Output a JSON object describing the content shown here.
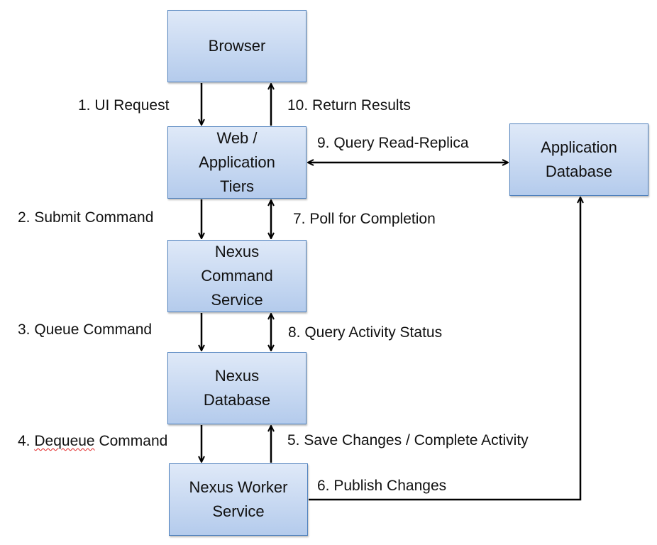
{
  "boxes": {
    "browser": "Browser",
    "web": "Web /\nApplication\nTiers",
    "app_db": "Application\nDatabase",
    "command_service": "Nexus\nCommand\nService",
    "nexus_db": "Nexus\nDatabase",
    "worker": "Nexus Worker\nService"
  },
  "labels": {
    "s1": "1. UI Request",
    "s10": "10. Return Results",
    "s9": "9. Query Read-Replica",
    "s2": "2. Submit Command",
    "s7": "7. Poll for Completion",
    "s3": "3. Queue Command",
    "s8": "8. Query Activity Status",
    "s4_prefix": "4. ",
    "s4_word": "Dequeue",
    "s4_suffix": " Command",
    "s5": "5. Save Changes / Complete Activity",
    "s6": "6. Publish Changes"
  }
}
